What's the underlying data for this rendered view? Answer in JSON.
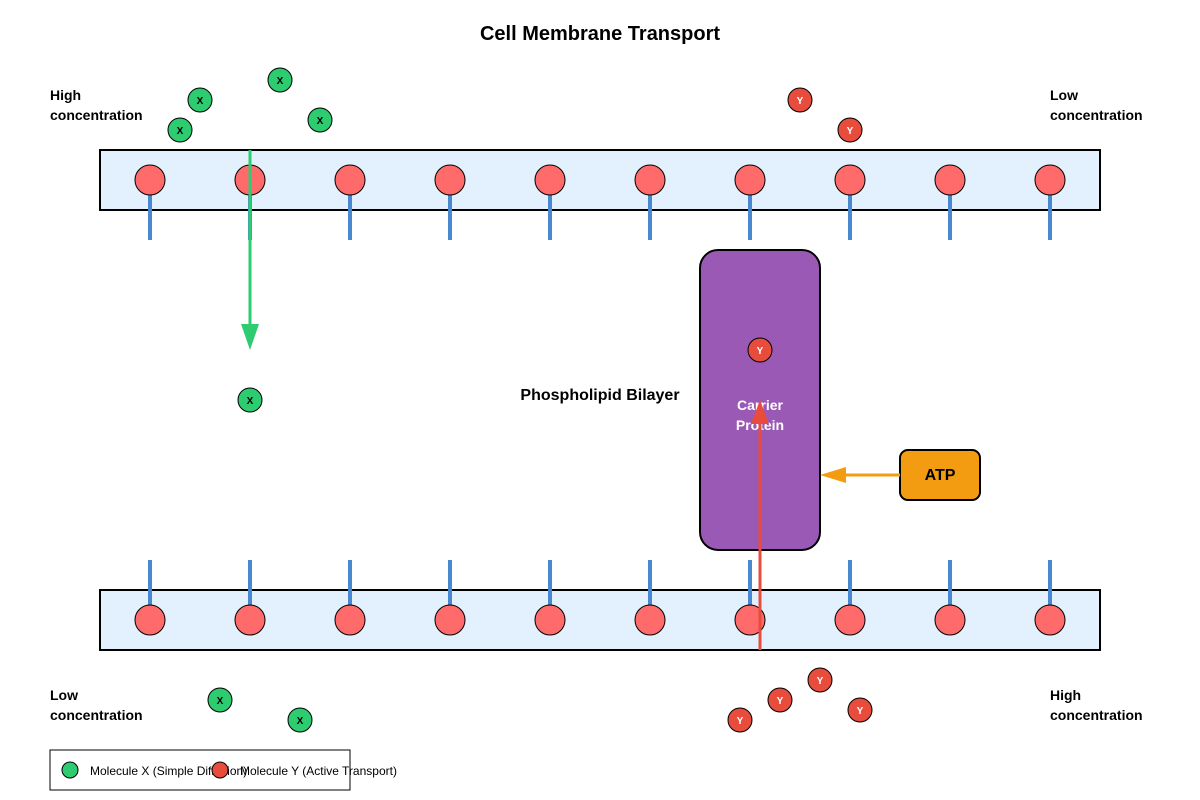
{
  "title": "Cell Membrane Transport",
  "regions": {
    "top_left": [
      "High",
      "concentration"
    ],
    "top_right": [
      "Low",
      "concentration"
    ],
    "bottom_left": [
      "Low",
      "concentration"
    ],
    "bottom_right": [
      "High",
      "concentration"
    ]
  },
  "bilayer_label": "Phospholipid Bilayer",
  "carrier_protein": {
    "lines": [
      "Carrier",
      "Protein"
    ],
    "molecule": "Y",
    "color": "#9b59b6"
  },
  "atp": {
    "label": "ATP",
    "color": "#f39c12"
  },
  "molecule_x": {
    "symbol": "X",
    "color": "#2ecc71"
  },
  "molecule_y": {
    "symbol": "Y",
    "color": "#e74c3c"
  },
  "legend": {
    "items": [
      {
        "label": "Molecule X (Simple Diffusion)",
        "color": "#2ecc71"
      },
      {
        "label": "Molecule Y (Active Transport)",
        "color": "#e74c3c"
      }
    ]
  },
  "colors": {
    "membrane_fill": "#e3f0fd",
    "phospholipid_head": "#ff6b6b",
    "phospholipid_tail": "#4a89d1",
    "diffusion_arrow": "#2ecc71",
    "active_arrow": "#e74c3c",
    "atp_arrow": "#f39c12"
  }
}
